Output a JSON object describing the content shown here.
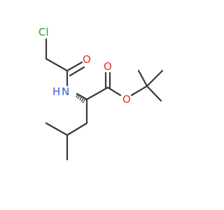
{
  "molecule": {
    "atoms": {
      "chlorine": {
        "label": "Cl",
        "color": "#2e9e2e"
      },
      "amide_oxygen": {
        "label": "O",
        "color": "#e8321e"
      },
      "amine_nh": {
        "label": "H",
        "color": "#3a5bd6"
      },
      "amine_n": {
        "label": "N",
        "color": "#3a5bd6"
      },
      "carbonyl_oxygen": {
        "label": "O",
        "color": "#e8321e"
      },
      "ester_oxygen": {
        "label": "O",
        "color": "#e8321e"
      }
    },
    "bond_color": "#3a3a3a"
  }
}
